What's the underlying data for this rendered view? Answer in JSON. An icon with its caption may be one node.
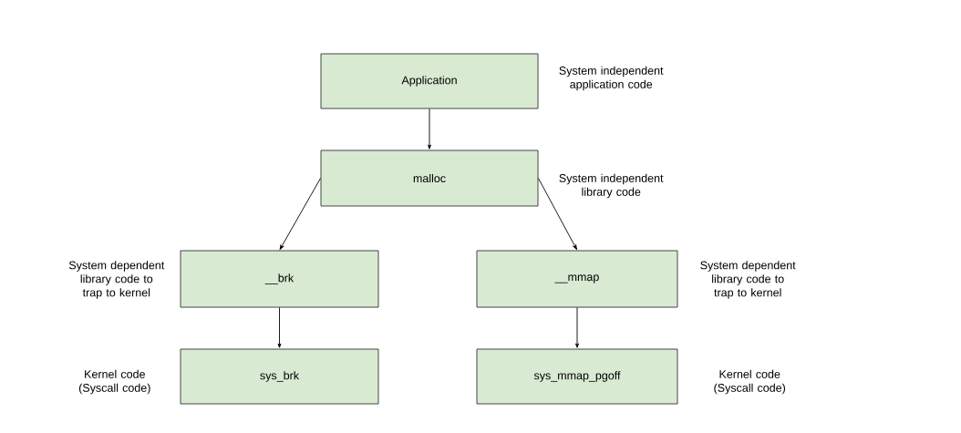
{
  "diagram": {
    "nodes": [
      {
        "text": [
          "Application"
        ],
        "beside": [
          "System independent application code"
        ]
      },
      {
        "text": [
          "malloc"
        ],
        "beside": [
          "System independent library code"
        ]
      },
      {
        "text": [
          "__brk"
        ],
        "beside": [
          "System dependent library code to trap to kernel"
        ]
      },
      {
        "text": [
          "__mmap"
        ],
        "beside": [
          "System dependent library code to trap to kernel"
        ]
      },
      {
        "text": [
          "sys_brk"
        ],
        "beside": [
          "Kernel code (Syscall code)"
        ]
      },
      {
        "text": [
          "sys_mmap_pgoff"
        ],
        "beside": [
          "Kernel code (Syscall code)"
        ]
      }
    ],
    "edges": [
      {
        "from": 0,
        "to": 1,
        "arrow": "to"
      },
      {
        "from": 1,
        "to": 2,
        "arrow": "to"
      },
      {
        "from": 1,
        "to": 3,
        "arrow": "to"
      },
      {
        "from": 2,
        "to": 4,
        "arrow": "to"
      },
      {
        "from": 3,
        "to": 5,
        "arrow": "to"
      }
    ]
  }
}
